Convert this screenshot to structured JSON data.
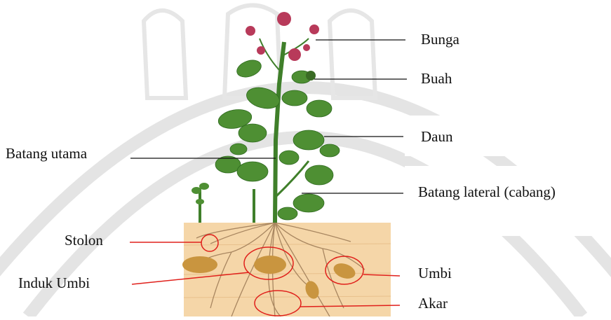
{
  "labels": {
    "bunga": "Bunga",
    "buah": "Buah",
    "daun": "Daun",
    "batang_utama": "Batang utama",
    "batang_lateral": "Batang lateral (cabang)",
    "stolon": "Stolon",
    "induk_umbi": "Induk Umbi",
    "umbi": "Umbi",
    "akar": "Akar"
  },
  "colors": {
    "soil": "#f5d6a8",
    "stem": "#3f7f2a",
    "leaf": "#4e8f33",
    "flower": "#b83a5a",
    "tuber": "#c9953f",
    "pointer_black": "#111111",
    "pointer_red": "#e0201b",
    "watermark": "#e2e2e2"
  }
}
